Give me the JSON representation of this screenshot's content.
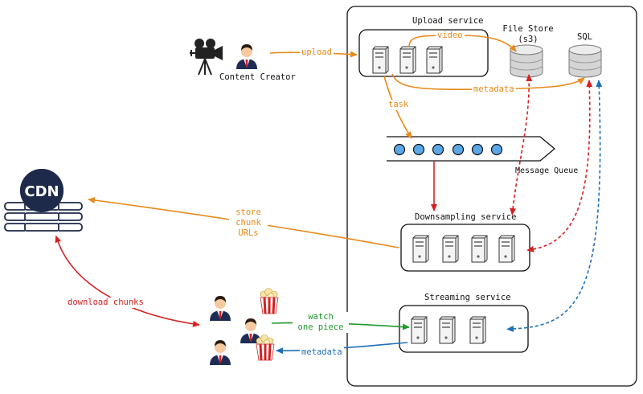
{
  "labels": {
    "upload_service": "Upload service",
    "file_store": "File Store\n(s3)",
    "sql": "SQL",
    "content_creator": "Content Creator",
    "message_queue": "Message Queue",
    "downsampling_service": "Downsampling service",
    "streaming_service": "Streaming service",
    "cdn": "CDN"
  },
  "edges": {
    "upload": "upload",
    "video": "video",
    "metadata_sql": "metadata",
    "task": "task",
    "store_chunk_urls": "store\nchunk\nURLs",
    "download_chunks": "download chunks",
    "watch_one_piece": "watch\none piece",
    "metadata_stream": "metadata"
  },
  "colors": {
    "orange": "#e8891a",
    "red": "#d62121",
    "green": "#1f9a2e",
    "blue": "#1f6fb8",
    "queue_dot": "#5aa7e8",
    "cdn_navy": "#1e2a4a"
  }
}
